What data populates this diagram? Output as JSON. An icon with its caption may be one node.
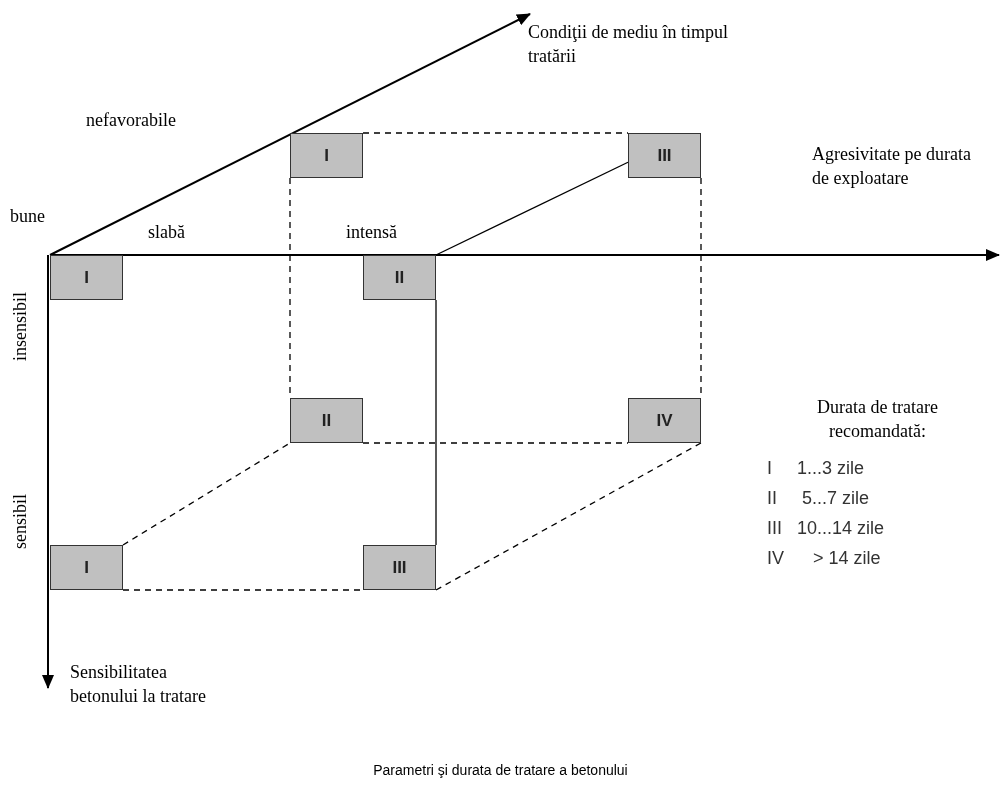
{
  "diagram": {
    "caption": "Parametri şi durata de tratare a betonului",
    "nodes": [
      {
        "text": [
          "I"
        ]
      },
      {
        "text": [
          "III"
        ]
      },
      {
        "text": [
          "I"
        ]
      },
      {
        "text": [
          "II"
        ]
      },
      {
        "text": [
          "II"
        ]
      },
      {
        "text": [
          "IV"
        ]
      },
      {
        "text": [
          "I"
        ]
      },
      {
        "text": [
          "III"
        ]
      }
    ],
    "edges": [
      {
        "from": 0,
        "to": 1,
        "arrow": "none",
        "style": "dashed"
      },
      {
        "from": 0,
        "to": 4,
        "arrow": "none",
        "style": "dashed"
      },
      {
        "from": 1,
        "to": 5,
        "arrow": "none",
        "style": "dashed"
      },
      {
        "from": 4,
        "to": 5,
        "arrow": "none",
        "style": "dashed"
      },
      {
        "from": 3,
        "to": 1,
        "arrow": "none"
      },
      {
        "from": 3,
        "to": 7,
        "arrow": "none"
      },
      {
        "from": 6,
        "to": 7,
        "arrow": "none",
        "style": "dashed"
      },
      {
        "from": 6,
        "to": 4,
        "arrow": "none",
        "style": "dashed"
      },
      {
        "from": 7,
        "to": 5,
        "arrow": "none",
        "style": "dashed"
      }
    ],
    "labels": [
      "Condiţii de mediu în timpul tratării",
      "nefavorabile",
      "Agresivitate pe durata de exploatare",
      "bune",
      "slabă",
      "intensă",
      "insensibil",
      "Durata de tratare recomandată:",
      "I",
      "1...3 zile",
      "II",
      "5...7 zile",
      "III",
      "10...14 zile",
      "IV",
      "> 14 zile",
      "sensibil",
      "Sensibilitatea betonului la tratare"
    ]
  }
}
